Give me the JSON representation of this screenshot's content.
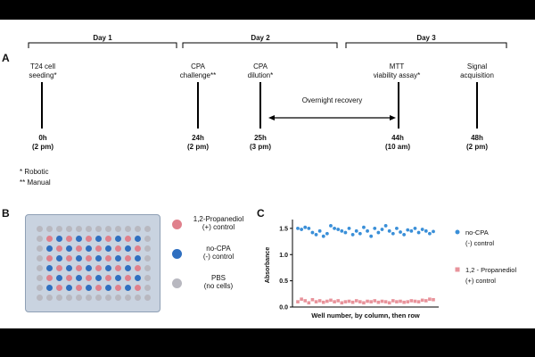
{
  "panels": {
    "a": "A",
    "b": "B",
    "c": "C"
  },
  "timeline": {
    "days": [
      {
        "label": "Day 1"
      },
      {
        "label": "Day 2"
      },
      {
        "label": "Day 3"
      }
    ],
    "events": [
      {
        "label": "T24 cell\nseeding*",
        "time": "0h\n(2 pm)"
      },
      {
        "label": "CPA\nchallenge**",
        "time": "24h\n(2 pm)"
      },
      {
        "label": "CPA\ndilution*",
        "time": "25h\n(3 pm)"
      },
      {
        "label": "MTT\nviability assay*",
        "time": "44h\n(10 am)"
      },
      {
        "label": "Signal\nacquisition",
        "time": "48h\n(2 pm)"
      }
    ],
    "recovery_label": "Overnight recovery",
    "notes": [
      "* Robotic",
      "** Manual"
    ]
  },
  "plate": {
    "legend": [
      {
        "label": "1,2-Propanediol\n(+) control",
        "color": "#e0808c"
      },
      {
        "label": "no-CPA\n(-) control",
        "color": "#2f6fc0"
      },
      {
        "label": "PBS\n(no cells)",
        "color": "#b8b8c0"
      }
    ]
  },
  "chart_data": {
    "type": "scatter",
    "xlabel": "Well number, by column, then row",
    "ylabel": "Absorbance",
    "ylim": [
      0,
      1.6
    ],
    "yticks": [
      "0.0",
      "0.5",
      "1.0",
      "1.5"
    ],
    "legend_placement": "right",
    "series": [
      {
        "name": "no-CPA\n(-) control",
        "color": "#3a8fd8",
        "marker": "circle",
        "values": [
          1.5,
          1.48,
          1.52,
          1.5,
          1.42,
          1.38,
          1.45,
          1.35,
          1.4,
          1.55,
          1.5,
          1.48,
          1.45,
          1.42,
          1.5,
          1.38,
          1.45,
          1.4,
          1.52,
          1.45,
          1.35,
          1.5,
          1.42,
          1.48,
          1.55,
          1.45,
          1.4,
          1.5,
          1.43,
          1.38,
          1.47,
          1.45,
          1.5,
          1.42,
          1.48,
          1.45,
          1.4,
          1.44
        ]
      },
      {
        "name": "1,2 - Propanediol\n(+) control",
        "color": "#e8939b",
        "marker": "square",
        "values": [
          0.1,
          0.15,
          0.12,
          0.08,
          0.14,
          0.1,
          0.12,
          0.09,
          0.11,
          0.13,
          0.1,
          0.12,
          0.08,
          0.1,
          0.11,
          0.09,
          0.12,
          0.1,
          0.08,
          0.11,
          0.1,
          0.12,
          0.09,
          0.11,
          0.1,
          0.08,
          0.12,
          0.1,
          0.11,
          0.09,
          0.1,
          0.12,
          0.11,
          0.1,
          0.13,
          0.12,
          0.15,
          0.14
        ]
      }
    ]
  }
}
